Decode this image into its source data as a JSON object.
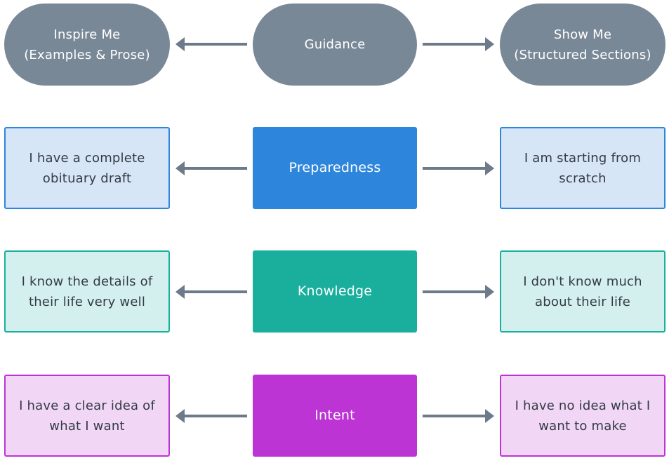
{
  "guidance": {
    "left_line1": "Inspire Me",
    "left_line2": "(Examples & Prose)",
    "center": "Guidance",
    "right_line1": "Show Me",
    "right_line2": "(Structured Sections)"
  },
  "preparedness": {
    "left_line1": "I have a complete",
    "left_line2": "obituary draft",
    "center": "Preparedness",
    "right_line1": "I am starting from",
    "right_line2": "scratch"
  },
  "knowledge": {
    "left_line1": "I know the details of",
    "left_line2": "their life very well",
    "center": "Knowledge",
    "right_line1": "I don't know much",
    "right_line2": "about their life"
  },
  "intent": {
    "left_line1": "I have a clear idea of",
    "left_line2": "what I want",
    "center": "Intent",
    "right_line1": "I have no idea what I",
    "right_line2": "want to make"
  },
  "colors": {
    "guidance_fill": "#798897",
    "preparedness_fill": "#2e86dc",
    "preparedness_side_fill": "#d7e6f7",
    "preparedness_side_border": "#2e86dc",
    "knowledge_fill": "#1aaf9d",
    "knowledge_side_fill": "#d4f0ee",
    "knowledge_side_border": "#1aaf9d",
    "intent_fill": "#bd34d4",
    "intent_side_fill": "#f1d7f5",
    "intent_side_border": "#bd34d4",
    "arrow": "#6c7a89"
  }
}
